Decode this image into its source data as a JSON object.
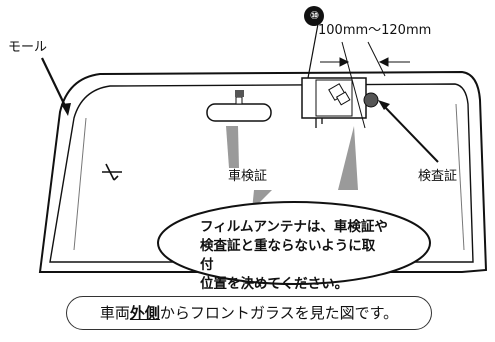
{
  "labels": {
    "mold": "モール",
    "step_number": "⑩",
    "distance": "100mm〜120mm",
    "shaken": "車検証",
    "kensa": "検査証"
  },
  "callout": {
    "line1": "フィルムアンテナは、車検証や",
    "line2": "検査証と重ならないように取付",
    "line3": "位置を決めてください。"
  },
  "caption": {
    "prefix": "車両",
    "emphasis": "外側",
    "suffix": "からフロントガラスを見た図です。"
  },
  "colors": {
    "line": "#111111",
    "shade": "#9a9a9a",
    "sticker": "#555555"
  }
}
